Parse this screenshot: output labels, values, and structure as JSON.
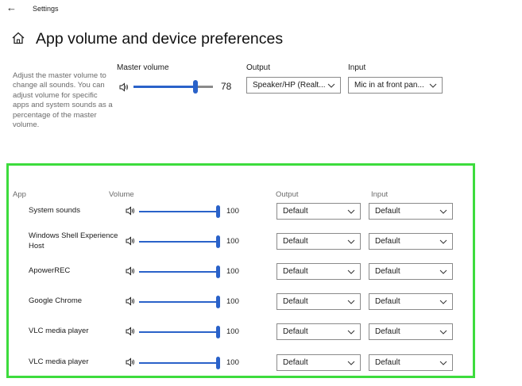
{
  "window": {
    "title": "Settings",
    "back_icon": "back-arrow-icon"
  },
  "page": {
    "title": "App volume and device preferences",
    "description": "Adjust the master volume to change all sounds. You can adjust volume for specific apps and system sounds as a percentage of the master volume."
  },
  "master": {
    "label": "Master volume",
    "volume": 78,
    "volume_text": "78",
    "output_label": "Output",
    "output_value": "Speaker/HP (Realt...",
    "input_label": "Input",
    "input_value": "Mic in at front pan..."
  },
  "apps_table": {
    "headers": {
      "app": "App",
      "volume": "Volume",
      "output": "Output",
      "input": "Input"
    },
    "rows": [
      {
        "name": "System sounds",
        "volume": 100,
        "volume_text": "100",
        "output": "Default",
        "input": "Default"
      },
      {
        "name": "Windows Shell Experience Host",
        "volume": 100,
        "volume_text": "100",
        "output": "Default",
        "input": "Default"
      },
      {
        "name": "ApowerREC",
        "volume": 100,
        "volume_text": "100",
        "output": "Default",
        "input": "Default"
      },
      {
        "name": "Google Chrome",
        "volume": 100,
        "volume_text": "100",
        "output": "Default",
        "input": "Default"
      },
      {
        "name": "VLC media player",
        "volume": 100,
        "volume_text": "100",
        "output": "Default",
        "input": "Default"
      },
      {
        "name": "VLC media player",
        "volume": 100,
        "volume_text": "100",
        "output": "Default",
        "input": "Default"
      }
    ]
  },
  "colors": {
    "accent": "#2a62c9",
    "highlight_border": "#3ddc3d"
  }
}
